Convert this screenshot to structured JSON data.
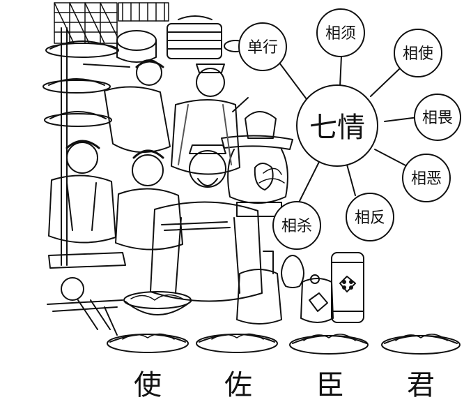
{
  "center_label": "七情",
  "relations": [
    {
      "label": "单行"
    },
    {
      "label": "相须"
    },
    {
      "label": "相使"
    },
    {
      "label": "相畏"
    },
    {
      "label": "相恶"
    },
    {
      "label": "相反"
    },
    {
      "label": "相杀"
    }
  ],
  "dish_labels": [
    "使",
    "佐",
    "臣",
    "君"
  ],
  "colors": {
    "ink": "#111111",
    "paper": "#ffffff",
    "shade": "#d9d9d9"
  }
}
